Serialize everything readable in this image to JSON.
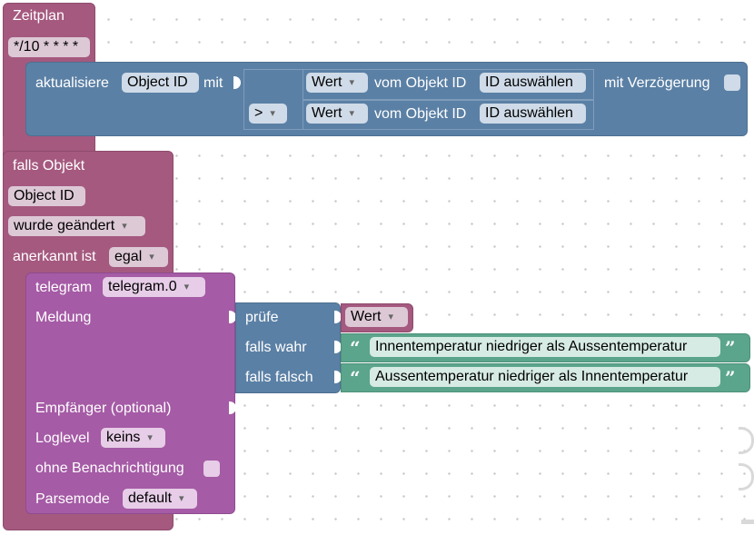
{
  "schedule": {
    "title": "Zeitplan",
    "cron": "*/10 * * * *"
  },
  "update": {
    "label": "aktualisiere",
    "object_id": "Object ID",
    "with": "mit",
    "delay": "mit Verzögerung",
    "operator": ">",
    "row1": {
      "value": "Wert",
      "from": "vom Objekt ID",
      "select": "ID auswählen"
    },
    "row2": {
      "value": "Wert",
      "from": "vom Objekt ID",
      "select": "ID auswählen"
    }
  },
  "trigger": {
    "title": "falls Objekt",
    "object_id": "Object ID",
    "changed": "wurde geändert",
    "ack_label": "anerkannt ist",
    "ack_value": "egal"
  },
  "telegram": {
    "label": "telegram",
    "instance": "telegram.0",
    "message": "Meldung",
    "recipient": "Empfänger (optional)",
    "loglevel_label": "Loglevel",
    "loglevel": "keins",
    "silent": "ohne Benachrichtigung",
    "parsemode_label": "Parsemode",
    "parsemode": "default"
  },
  "ternary": {
    "check": "prüfe",
    "value": "Wert",
    "if_true": "falls wahr",
    "if_false": "falls falsch",
    "text_true": "Innentemperatur niedriger als Aussentemperatur",
    "text_false": "Aussentemperatur niedriger als Innentemperatur"
  },
  "colors": {
    "trigger": "#a5597f",
    "action": "#5b80a5",
    "telegram": "#a55ba5",
    "text": "#5ba58c"
  }
}
